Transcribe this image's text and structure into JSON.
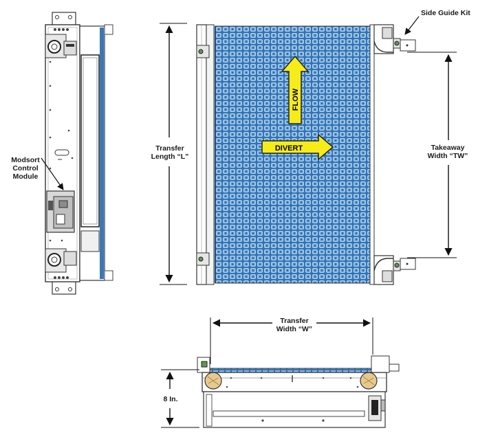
{
  "labels": {
    "side_guide_kit": "Side Guide Kit",
    "modsort_line1": "Modsort",
    "modsort_line2": "Control",
    "modsort_line3": "Module",
    "transfer_length_line1": "Transfer",
    "transfer_length_line2": "Length “L”",
    "takeaway_line1": "Takeaway",
    "takeaway_line2": "Width “TW”",
    "transfer_width_line1": "Transfer",
    "transfer_width_line2": "Width “W”",
    "height": "8 In.",
    "divert": "DIVERT",
    "flow": "FLOW"
  },
  "colors": {
    "belt": "#2f73b8",
    "belt_grid": "#a9c9e6",
    "arrow_fill": "#f5ec1a",
    "roller": "#e8c98d",
    "frame": "#333333"
  }
}
